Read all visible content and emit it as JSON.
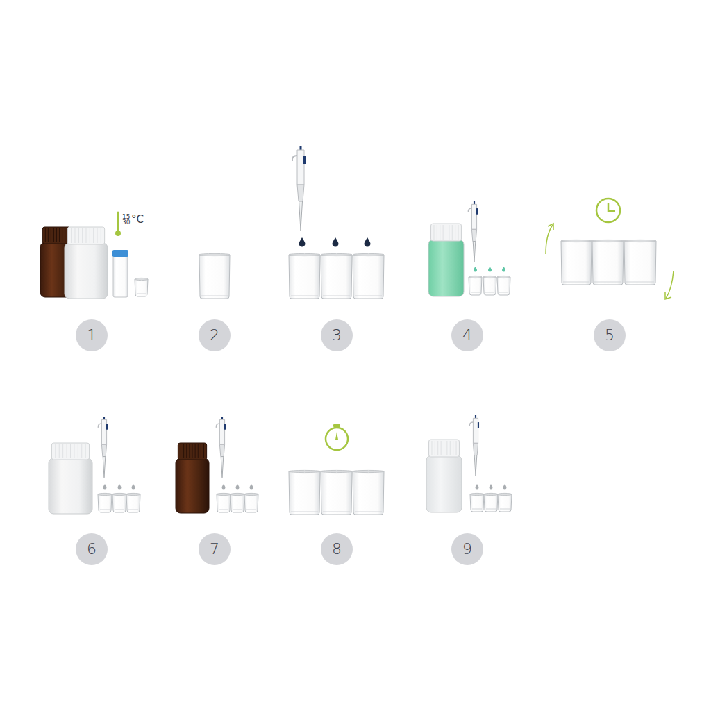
{
  "diagram": {
    "nodes": [
      {
        "text": [
          "1"
        ]
      },
      {
        "text": [
          "2"
        ]
      },
      {
        "text": [
          "3"
        ]
      },
      {
        "text": [
          "4"
        ]
      },
      {
        "text": [
          "5"
        ]
      },
      {
        "text": [
          "6"
        ]
      },
      {
        "text": [
          "7"
        ]
      },
      {
        "text": [
          "8"
        ]
      },
      {
        "text": [
          "9"
        ]
      }
    ],
    "labels": [
      "15",
      "30",
      "°C"
    ]
  }
}
